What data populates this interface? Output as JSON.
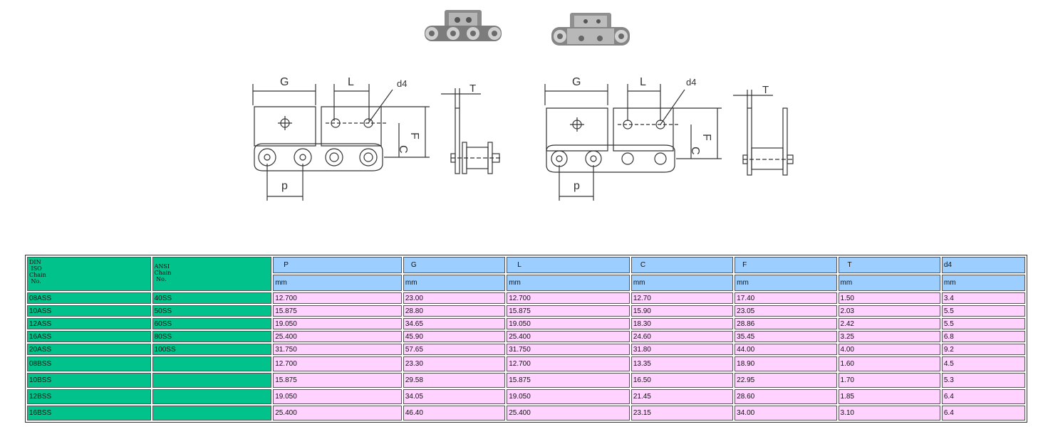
{
  "diagram": {
    "labels": {
      "g": "G",
      "l": "L",
      "d4": "d4",
      "c": "C",
      "f": "F",
      "t": "T",
      "p": "p"
    }
  },
  "table": {
    "col1_header": [
      "DIN",
      " ISO",
      "Chain",
      " No."
    ],
    "col2_header": [
      "ANSI",
      "Chain",
      " No."
    ],
    "param_headers": [
      "P",
      "G",
      "L",
      "C",
      "F",
      "T",
      "d4"
    ],
    "unit_headers": [
      "mm",
      "mm",
      "mm",
      "mm",
      "mm",
      "mm",
      "mm"
    ],
    "rows": [
      {
        "din": "08ASS",
        "ansi": "40SS",
        "vals": [
          "12.700",
          "23.00",
          "12.700",
          "12.70",
          "17.40",
          "1.50",
          "3.4"
        ]
      },
      {
        "din": "10ASS",
        "ansi": "50SS",
        "vals": [
          "15.875",
          "28.80",
          "15.875",
          "15.90",
          "23.05",
          "2.03",
          "5.5"
        ]
      },
      {
        "din": "12ASS",
        "ansi": "60SS",
        "vals": [
          "19.050",
          "34.65",
          "19.050",
          "18.30",
          "28.86",
          "2.42",
          "5.5"
        ]
      },
      {
        "din": "16ASS",
        "ansi": "80SS",
        "vals": [
          "25.400",
          "45.90",
          "25.400",
          "24.60",
          "35.45",
          "3.25",
          "6.8"
        ]
      },
      {
        "din": "20ASS",
        "ansi": "100SS",
        "vals": [
          "31.750",
          "57.65",
          "31.750",
          "31.80",
          "44.00",
          "4.00",
          "9.2"
        ]
      },
      {
        "din": "08BSS",
        "ansi": "",
        "vals": [
          "12.700",
          "23.30",
          "12.700",
          "13.35",
          "18.90",
          "1.60",
          "4.5"
        ]
      },
      {
        "din": "10BSS",
        "ansi": "",
        "vals": [
          "15.875",
          "29.58",
          "15.875",
          "16.50",
          "22.95",
          "1.70",
          "5.3"
        ]
      },
      {
        "din": "12BSS",
        "ansi": "",
        "vals": [
          "19.050",
          "34.05",
          "19.050",
          "21.45",
          "28.60",
          "1.85",
          "6.4"
        ]
      },
      {
        "din": "16BSS",
        "ansi": "",
        "vals": [
          "25.400",
          "46.40",
          "25.400",
          "23.15",
          "34.00",
          "3.10",
          "6.4"
        ]
      }
    ]
  }
}
